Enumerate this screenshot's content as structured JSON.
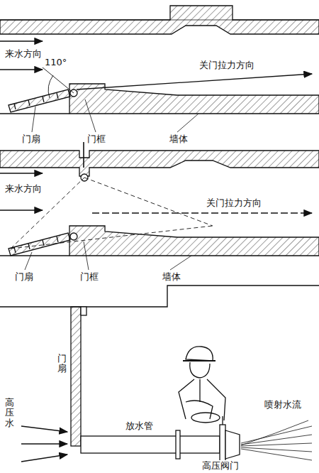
{
  "diagram": {
    "labels": [
      "来水方向",
      "110°",
      "关门拉力方向",
      "门扇",
      "门框",
      "墙体",
      "来水方向",
      "关门拉力方向",
      "门扇",
      "门框",
      "墙体",
      "门扇",
      "高压水",
      "放水管",
      "喷射水流",
      "高压阀门"
    ]
  }
}
